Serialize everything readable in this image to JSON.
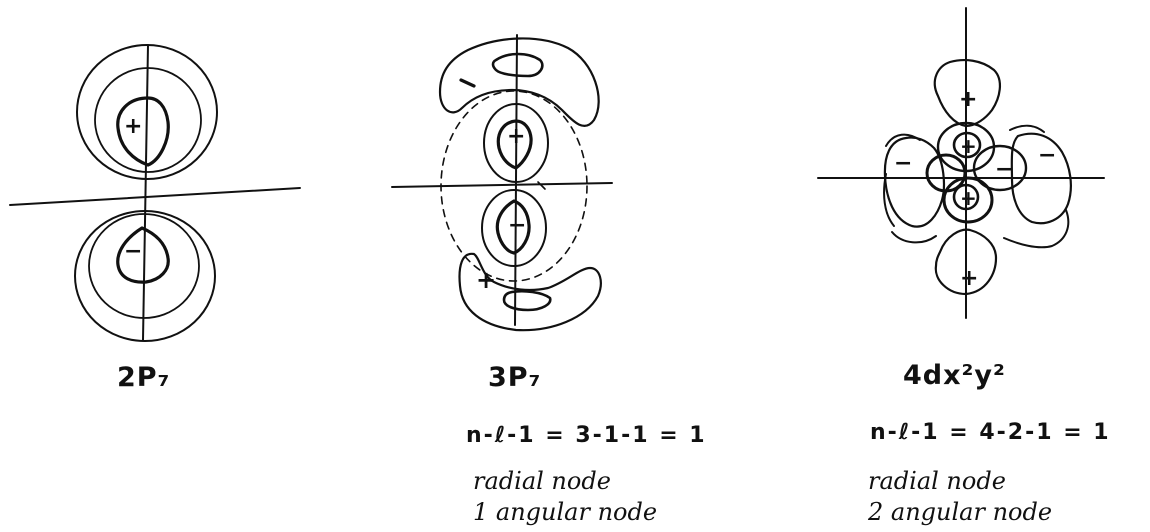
{
  "orbitals": [
    {
      "label": "2P₇",
      "lobe_signs": [
        "+",
        "−"
      ]
    },
    {
      "label": "3P₇",
      "lobe_signs": [
        "−",
        "+",
        "−",
        "+"
      ],
      "formula": "n-ℓ-1 = 3-1-1 = 1",
      "notes": [
        "radial node",
        "1 angular node"
      ]
    },
    {
      "label": "4dx²y²",
      "lobe_signs": [
        "+",
        "+",
        "−",
        "−",
        "+",
        "+",
        "−",
        "−"
      ],
      "formula": "n-ℓ-1 = 4-2-1 = 1",
      "notes": [
        "radial node",
        "2 angular node"
      ]
    }
  ]
}
